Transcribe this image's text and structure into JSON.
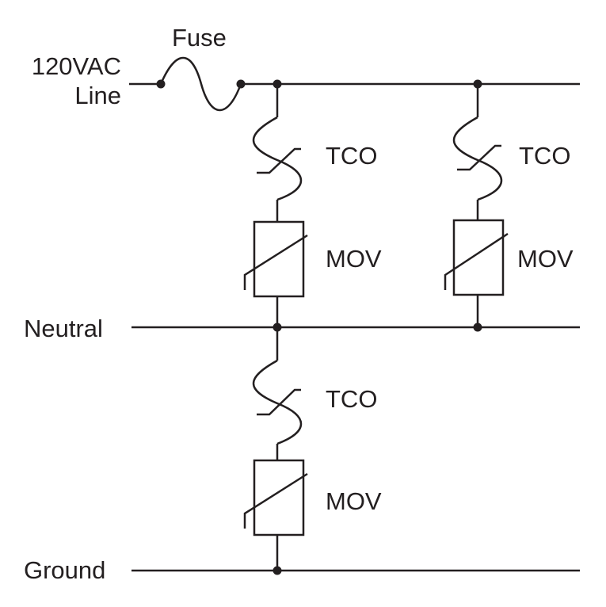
{
  "labels": {
    "line_voltage": "120VAC",
    "line": "Line",
    "fuse": "Fuse",
    "neutral": "Neutral",
    "ground": "Ground",
    "tco_1": "TCO",
    "tco_2": "TCO",
    "tco_3": "TCO",
    "mov_1": "MOV",
    "mov_2": "MOV",
    "mov_3": "MOV"
  },
  "colors": {
    "ink": "#231f20",
    "background": "#ffffff"
  }
}
